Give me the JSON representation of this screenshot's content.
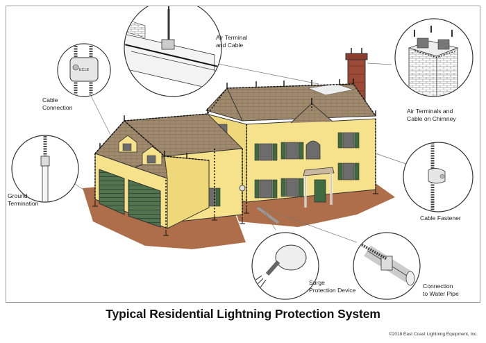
{
  "title": "Typical Residential Lightning Protection System",
  "copyright": "©2018 East Coast Lightning Equipment, Inc.",
  "callouts": {
    "air_terminal_and_cable": "Air Terminal\nand Cable",
    "cable_connection": "Cable\nConnection",
    "air_terminals_chimney": "Air Terminals and\nCable on Chimney",
    "ground_termination": "Ground\nTermination",
    "cable_fastener": "Cable Fastener",
    "surge_protection_device": "Surge\nProtection Device",
    "connection_water_pipe": "Connection\nto Water Pipe"
  },
  "logo_text": "ECLE",
  "colors": {
    "wall": "#f6e28a",
    "roof": "#a08a6e",
    "roof_dark": "#7e6a52",
    "shutter": "#3f6b42",
    "garage": "#527350",
    "chimney": "#9c4a36",
    "ground": "#a9663f",
    "trim": "#ffffff"
  }
}
